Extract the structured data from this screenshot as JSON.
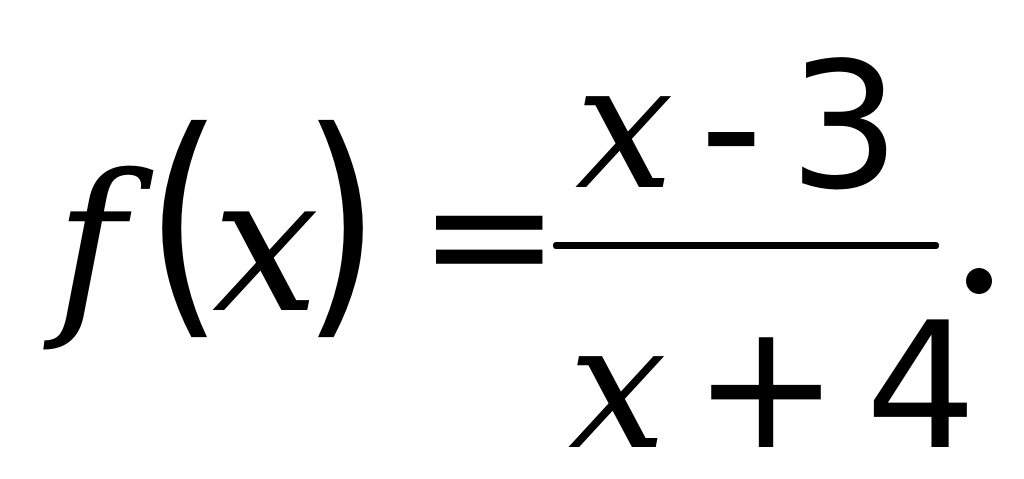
{
  "formula": {
    "function_name": "f",
    "open_paren": "(",
    "argument": "x",
    "close_paren": ")",
    "equals": "=",
    "numerator": {
      "variable": "x",
      "operator": "-",
      "constant": "3"
    },
    "denominator": {
      "variable": "x",
      "operator": "+",
      "constant": "4"
    },
    "terminator": "."
  }
}
